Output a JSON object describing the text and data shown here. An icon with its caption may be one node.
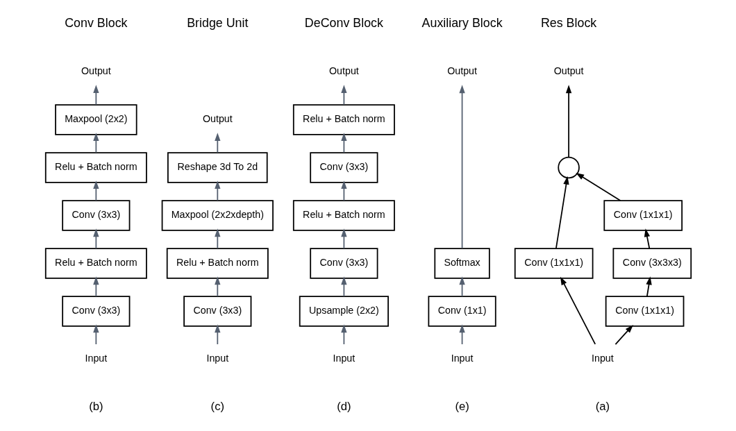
{
  "diagram": {
    "nodes": [
      {
        "text": [
          "Output"
        ]
      },
      {
        "text": [],
        "shape": "circle"
      },
      {
        "text": [
          "Conv (1x1x1)"
        ]
      },
      {
        "text": [
          "Conv (3x3x3)"
        ]
      },
      {
        "text": [
          "Conv (1x1x1)"
        ]
      },
      {
        "text": [
          "Conv (1x1x1)"
        ]
      },
      {
        "text": [
          "Input"
        ]
      },
      {
        "text": [
          "Output"
        ]
      },
      {
        "text": [
          "Maxpool (2x2)"
        ]
      },
      {
        "text": [
          "Relu + Batch norm"
        ]
      },
      {
        "text": [
          "Conv (3x3)"
        ]
      },
      {
        "text": [
          "Relu + Batch norm"
        ]
      },
      {
        "text": [
          "Conv (3x3)"
        ]
      },
      {
        "text": [
          "Input"
        ]
      },
      {
        "text": [
          "Output"
        ]
      },
      {
        "text": [
          "Reshape 3d To 2d"
        ]
      },
      {
        "text": [
          "Maxpool (2x2xdepth)"
        ]
      },
      {
        "text": [
          "Relu + Batch norm"
        ]
      },
      {
        "text": [
          "Conv (3x3)"
        ]
      },
      {
        "text": [
          "Input"
        ]
      },
      {
        "text": [
          "Output"
        ]
      },
      {
        "text": [
          "Relu + Batch norm"
        ]
      },
      {
        "text": [
          "Conv (3x3)"
        ]
      },
      {
        "text": [
          "Relu + Batch norm"
        ]
      },
      {
        "text": [
          "Conv (3x3)"
        ]
      },
      {
        "text": [
          "Upsample (2x2)"
        ]
      },
      {
        "text": [
          "Input"
        ]
      },
      {
        "text": [
          "Output"
        ]
      },
      {
        "text": [
          "Softmax"
        ]
      },
      {
        "text": [
          "Conv (1x1)"
        ]
      },
      {
        "text": [
          "Input"
        ]
      }
    ],
    "edges": [
      {
        "from": 6,
        "to": 5,
        "arrow": "to",
        "color": "#000000"
      },
      {
        "from": 5,
        "to": 3,
        "arrow": "to",
        "color": "#000000"
      },
      {
        "from": 3,
        "to": 2,
        "arrow": "to",
        "color": "#000000"
      },
      {
        "from": 2,
        "to": 1,
        "arrow": "to",
        "color": "#000000"
      },
      {
        "from": 6,
        "to": 4,
        "arrow": "to",
        "color": "#000000"
      },
      {
        "from": 4,
        "to": 1,
        "arrow": "to",
        "color": "#000000"
      },
      {
        "from": 1,
        "to": 0,
        "arrow": "to",
        "color": "#000000"
      },
      {
        "from": 13,
        "to": 12,
        "arrow": "to"
      },
      {
        "from": 12,
        "to": 11,
        "arrow": "to"
      },
      {
        "from": 11,
        "to": 10,
        "arrow": "to"
      },
      {
        "from": 10,
        "to": 9,
        "arrow": "to"
      },
      {
        "from": 9,
        "to": 8,
        "arrow": "to"
      },
      {
        "from": 8,
        "to": 7,
        "arrow": "to"
      },
      {
        "from": 19,
        "to": 18,
        "arrow": "to"
      },
      {
        "from": 18,
        "to": 17,
        "arrow": "to"
      },
      {
        "from": 17,
        "to": 16,
        "arrow": "to"
      },
      {
        "from": 16,
        "to": 15,
        "arrow": "to"
      },
      {
        "from": 15,
        "to": 14,
        "arrow": "to"
      },
      {
        "from": 26,
        "to": 25,
        "arrow": "to"
      },
      {
        "from": 25,
        "to": 24,
        "arrow": "to"
      },
      {
        "from": 24,
        "to": 23,
        "arrow": "to"
      },
      {
        "from": 23,
        "to": 22,
        "arrow": "to"
      },
      {
        "from": 22,
        "to": 21,
        "arrow": "to"
      },
      {
        "from": 21,
        "to": 20,
        "arrow": "to"
      },
      {
        "from": 30,
        "to": 29,
        "arrow": "to"
      },
      {
        "from": 29,
        "to": 28,
        "arrow": "to"
      },
      {
        "from": 28,
        "to": 27,
        "arrow": "to"
      }
    ],
    "labels": [
      "Res Block",
      "Conv Block",
      "Bridge Unit",
      "DeConv Block",
      "Auxiliary Block",
      "(a)",
      "(b)",
      "(c)",
      "(d)",
      "(e)"
    ]
  }
}
